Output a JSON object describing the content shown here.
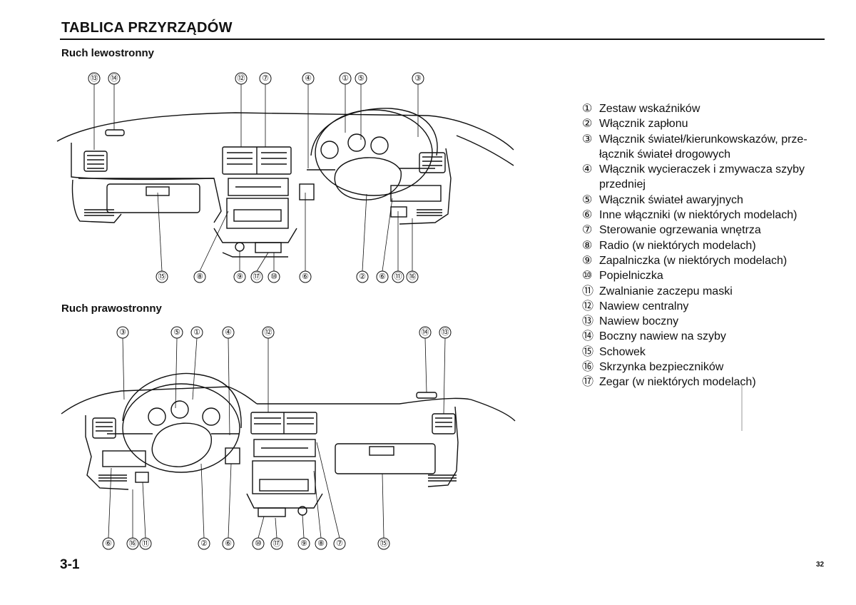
{
  "header": {
    "title": "TABLICA PRZYRZĄDÓW"
  },
  "diagrams": {
    "lhd_label": "Ruch lewostronny",
    "rhd_label": "Ruch prawostronny",
    "lhd_callouts": [
      "⑬",
      "⑭",
      "⑫",
      "⑦",
      "④",
      "①",
      "⑤",
      "③",
      "⑮",
      "⑧",
      "⑨",
      "⑰",
      "⑩",
      "⑥",
      "②",
      "⑥",
      "⑪",
      "⑯"
    ],
    "rhd_callouts": [
      "③",
      "⑤",
      "①",
      "④",
      "⑫",
      "⑭",
      "⑬",
      "⑥",
      "⑯",
      "⑪",
      "②",
      "⑥",
      "⑩",
      "⑰",
      "⑨",
      "⑧",
      "⑦",
      "⑮"
    ]
  },
  "legend": [
    {
      "num": "①",
      "text": "Zestaw wskaźników"
    },
    {
      "num": "②",
      "text": "Włącznik zapłonu"
    },
    {
      "num": "③",
      "text": "Włącznik świateł/kierunkowskazów, prze- łącznik świateł drogowych"
    },
    {
      "num": "④",
      "text": "Włącznik wycieraczek i zmywacza szyby przedniej"
    },
    {
      "num": "⑤",
      "text": "Włącznik świateł awaryjnych"
    },
    {
      "num": "⑥",
      "text": "Inne włączniki (w niektórych modelach)"
    },
    {
      "num": "⑦",
      "text": "Sterowanie ogrzewania wnętrza"
    },
    {
      "num": "⑧",
      "text": "Radio (w niektórych modelach)"
    },
    {
      "num": "⑨",
      "text": "Zapalniczka (w niektórych modelach)"
    },
    {
      "num": "⑩",
      "text": "Popielniczka"
    },
    {
      "num": "⑪",
      "text": "Zwalnianie zaczepu maski"
    },
    {
      "num": "⑫",
      "text": "Nawiew centralny"
    },
    {
      "num": "⑬",
      "text": "Nawiew boczny"
    },
    {
      "num": "⑭",
      "text": "Boczny nawiew na szyby"
    },
    {
      "num": "⑮",
      "text": "Schowek"
    },
    {
      "num": "⑯",
      "text": "Skrzynka bezpieczników"
    },
    {
      "num": "⑰",
      "text": "Zegar (w niektórych modelach)"
    }
  ],
  "footer": {
    "section": "3-1",
    "page": "32"
  }
}
